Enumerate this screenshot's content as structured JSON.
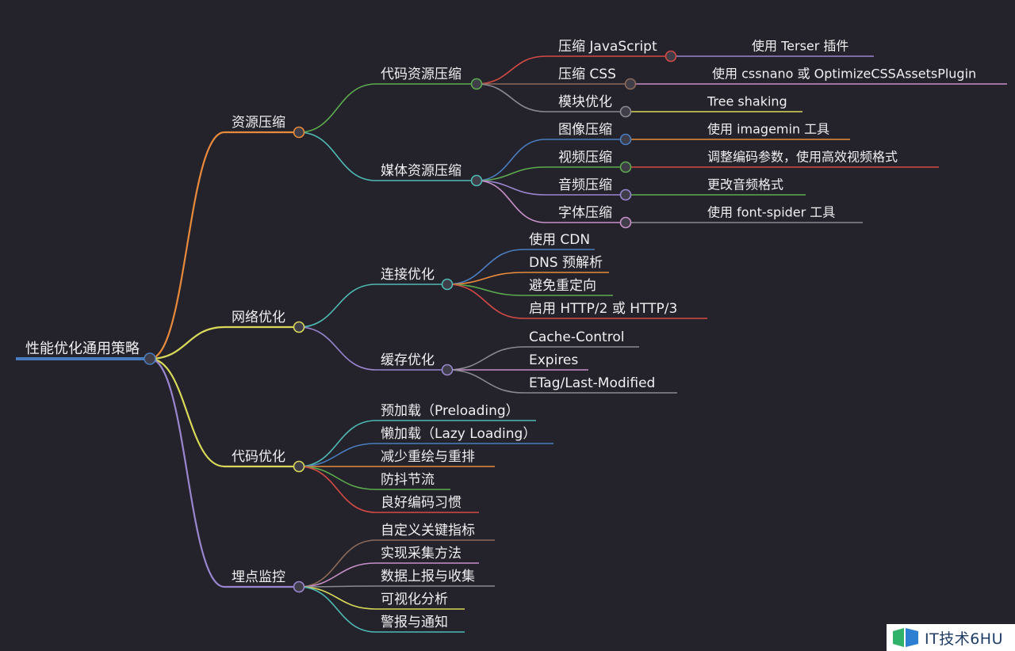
{
  "title": "性能优化通用策略",
  "colors": {
    "background": "#24232b",
    "text": "#f0f0f2",
    "root": "#4a7dbf",
    "orange": "#e88a3c",
    "teal": "#4fb9b3",
    "yellow": "#d9d95a",
    "purple": "#9a86d0",
    "green": "#5cab4e",
    "red": "#d44a45",
    "blue": "#4a7dbf",
    "pink": "#c990c9",
    "gray": "#8a8a92",
    "brown": "#8c6a5a"
  },
  "tree": {
    "label": "性能优化通用策略",
    "children": [
      {
        "label": "资源压缩",
        "color": "orange",
        "children": [
          {
            "label": "代码资源压缩",
            "color": "green",
            "children": [
              {
                "label": "压缩 JavaScript",
                "color": "red",
                "children": [
                  {
                    "label": "使用 Terser 插件",
                    "color": "purple"
                  }
                ]
              },
              {
                "label": "压缩 CSS",
                "color": "brown",
                "children": [
                  {
                    "label": "使用 cssnano 或 OptimizeCSSAssetsPlugin",
                    "color": "pink"
                  }
                ]
              },
              {
                "label": "模块优化",
                "color": "gray",
                "children": [
                  {
                    "label": "Tree shaking",
                    "color": "yellow"
                  }
                ]
              }
            ]
          },
          {
            "label": "媒体资源压缩",
            "color": "teal",
            "children": [
              {
                "label": "图像压缩",
                "color": "blue",
                "children": [
                  {
                    "label": "使用 imagemin 工具",
                    "color": "orange"
                  }
                ]
              },
              {
                "label": "视频压缩",
                "color": "green",
                "children": [
                  {
                    "label": "调整编码参数，使用高效视频格式",
                    "color": "red"
                  }
                ]
              },
              {
                "label": "音频压缩",
                "color": "purple",
                "children": [
                  {
                    "label": "更改音频格式",
                    "color": "green"
                  }
                ]
              },
              {
                "label": "字体压缩",
                "color": "pink",
                "children": [
                  {
                    "label": "使用 font-spider 工具",
                    "color": "gray"
                  }
                ]
              }
            ]
          }
        ]
      },
      {
        "label": "网络优化",
        "color": "yellow",
        "children": [
          {
            "label": "连接优化",
            "color": "teal",
            "children": [
              {
                "label": "使用 CDN",
                "color": "blue"
              },
              {
                "label": "DNS 预解析",
                "color": "orange"
              },
              {
                "label": "避免重定向",
                "color": "green"
              },
              {
                "label": "启用 HTTP/2 或 HTTP/3",
                "color": "red"
              }
            ]
          },
          {
            "label": "缓存优化",
            "color": "purple",
            "children": [
              {
                "label": "Cache-Control",
                "color": "gray"
              },
              {
                "label": "Expires",
                "color": "pink"
              },
              {
                "label": "ETag/Last-Modified",
                "color": "gray"
              }
            ]
          }
        ]
      },
      {
        "label": "代码优化",
        "color": "yellow",
        "children": [
          {
            "label": "预加载（Preloading）",
            "color": "teal"
          },
          {
            "label": "懒加载（Lazy Loading）",
            "color": "blue"
          },
          {
            "label": "减少重绘与重排",
            "color": "orange"
          },
          {
            "label": "防抖节流",
            "color": "green"
          },
          {
            "label": "良好编码习惯",
            "color": "red"
          }
        ]
      },
      {
        "label": "埋点监控",
        "color": "purple",
        "children": [
          {
            "label": "自定义关键指标",
            "color": "brown"
          },
          {
            "label": "实现采集方法",
            "color": "pink"
          },
          {
            "label": "数据上报与收集",
            "color": "gray"
          },
          {
            "label": "可视化分析",
            "color": "yellow"
          },
          {
            "label": "警报与通知",
            "color": "teal"
          }
        ]
      }
    ]
  },
  "watermark": {
    "text": "IT技术6HU"
  }
}
